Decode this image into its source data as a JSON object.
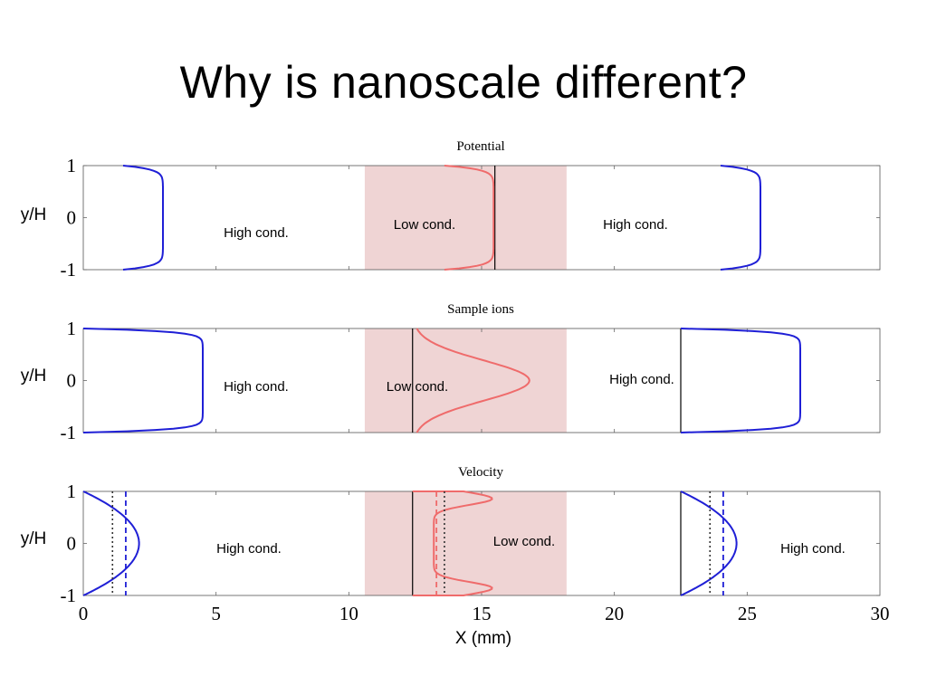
{
  "slide": {
    "title": "Why is nanoscale different?"
  },
  "chart_data": {
    "type": "line",
    "xlabel": "X (mm)",
    "xlim": [
      0,
      30
    ],
    "x_ticks": [
      "0",
      "5",
      "10",
      "15",
      "20",
      "25",
      "30"
    ],
    "colors": {
      "high_cond": "#1f1fd6",
      "low_cond": "#ef6b6b",
      "shade": "#efd4d4",
      "divider": "#000000"
    },
    "low_cond_region": [
      10.6,
      18.2
    ],
    "panels": [
      {
        "title": "Potential",
        "ylabel": "y/H",
        "ylim": [
          -1,
          1
        ],
        "y_ticks": [
          "1",
          "0",
          "-1"
        ],
        "region_labels": [
          "High cond.",
          "Low cond.",
          "High cond."
        ],
        "dividers_x": [
          15.5
        ],
        "series": [
          {
            "region": "high",
            "profile": "flat",
            "x_base": 1.5,
            "x_peak": 3.0
          },
          {
            "region": "low",
            "profile": "flat",
            "x_base": 13.6,
            "x_peak": 15.45
          },
          {
            "region": "high",
            "profile": "flat",
            "x_base": 24.0,
            "x_peak": 25.5
          }
        ]
      },
      {
        "title": "Sample ions",
        "ylabel": "y/H",
        "ylim": [
          -1,
          1
        ],
        "y_ticks": [
          "1",
          "0",
          "-1"
        ],
        "region_labels": [
          "High cond.",
          "Low cond.",
          "High cond."
        ],
        "dividers_x": [
          12.4,
          22.5
        ],
        "series": [
          {
            "region": "high",
            "profile": "flat_wall",
            "x_base": 0.0,
            "x_peak": 4.5
          },
          {
            "region": "low",
            "profile": "bell",
            "x_base": 12.4,
            "x_peak": 16.8
          },
          {
            "region": "high",
            "profile": "flat_wall",
            "x_base": 22.5,
            "x_peak": 27.0
          }
        ]
      },
      {
        "title": "Velocity",
        "ylabel": "y/H",
        "ylim": [
          -1,
          1
        ],
        "y_ticks": [
          "1",
          "0",
          "-1"
        ],
        "region_labels": [
          "High cond.",
          "Low cond.",
          "High cond."
        ],
        "dividers_x": [
          12.4,
          22.5
        ],
        "series": [
          {
            "region": "high",
            "profile": "parabola",
            "x_base": 0.0,
            "x_peak": 2.1,
            "mean_dashed": 1.6,
            "mean_dotted": 1.1
          },
          {
            "region": "low",
            "profile": "m_shape",
            "x_base": 12.4,
            "x_peak": 15.4,
            "x_mid": 13.2,
            "mean_dashed": 13.3,
            "mean_dotted": 13.6
          },
          {
            "region": "high",
            "profile": "parabola",
            "x_base": 22.5,
            "x_peak": 24.6,
            "mean_dashed": 24.1,
            "mean_dotted": 23.6
          }
        ]
      }
    ]
  }
}
